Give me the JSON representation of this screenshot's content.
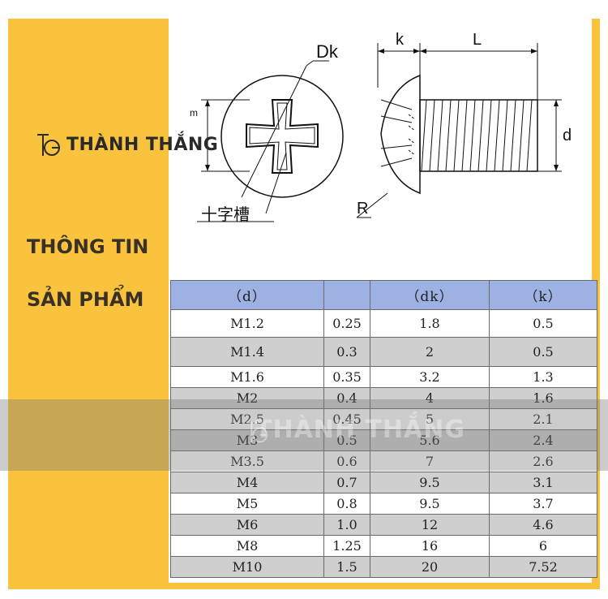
{
  "brand": {
    "name": "THÀNH THẮNG",
    "watermark": "THÀNH THẮNG"
  },
  "section": {
    "title_line1": "THÔNG TIN",
    "title_line2": "SẢN PHẨM"
  },
  "drawing": {
    "label_dk": "Dk",
    "label_k": "k",
    "label_L": "L",
    "label_d": "d",
    "label_R": "R",
    "label_m": "m",
    "label_cross": "十字槽"
  },
  "table": {
    "headers": [
      "（d）",
      "",
      "（dk）",
      "（k）"
    ],
    "rows": [
      [
        "M1.2",
        "0.25",
        "1.8",
        "0.5"
      ],
      [
        "M1.4",
        "0.3",
        "2",
        "0.5"
      ],
      [
        "M1.6",
        "0.35",
        "3.2",
        "1.3"
      ],
      [
        "M2",
        "0.4",
        "4",
        "1.6"
      ],
      [
        "M2.5",
        "0.45",
        "5",
        "2.1"
      ],
      [
        "M3",
        "0.5",
        "5.6",
        "2.4"
      ],
      [
        "M3.5",
        "0.6",
        "7",
        "2.6"
      ],
      [
        "M4",
        "0.7",
        "9.5",
        "3.1"
      ],
      [
        "M5",
        "0.8",
        "9.5",
        "3.7"
      ],
      [
        "M6",
        "1.0",
        "12",
        "4.6"
      ],
      [
        "M8",
        "1.25",
        "16",
        "6"
      ],
      [
        "M10",
        "1.5",
        "20",
        "7.52"
      ]
    ]
  },
  "colors": {
    "yellow": "#f9c33e",
    "header_blue": "#9db1e3",
    "row_gray": "#cfcfcf"
  }
}
